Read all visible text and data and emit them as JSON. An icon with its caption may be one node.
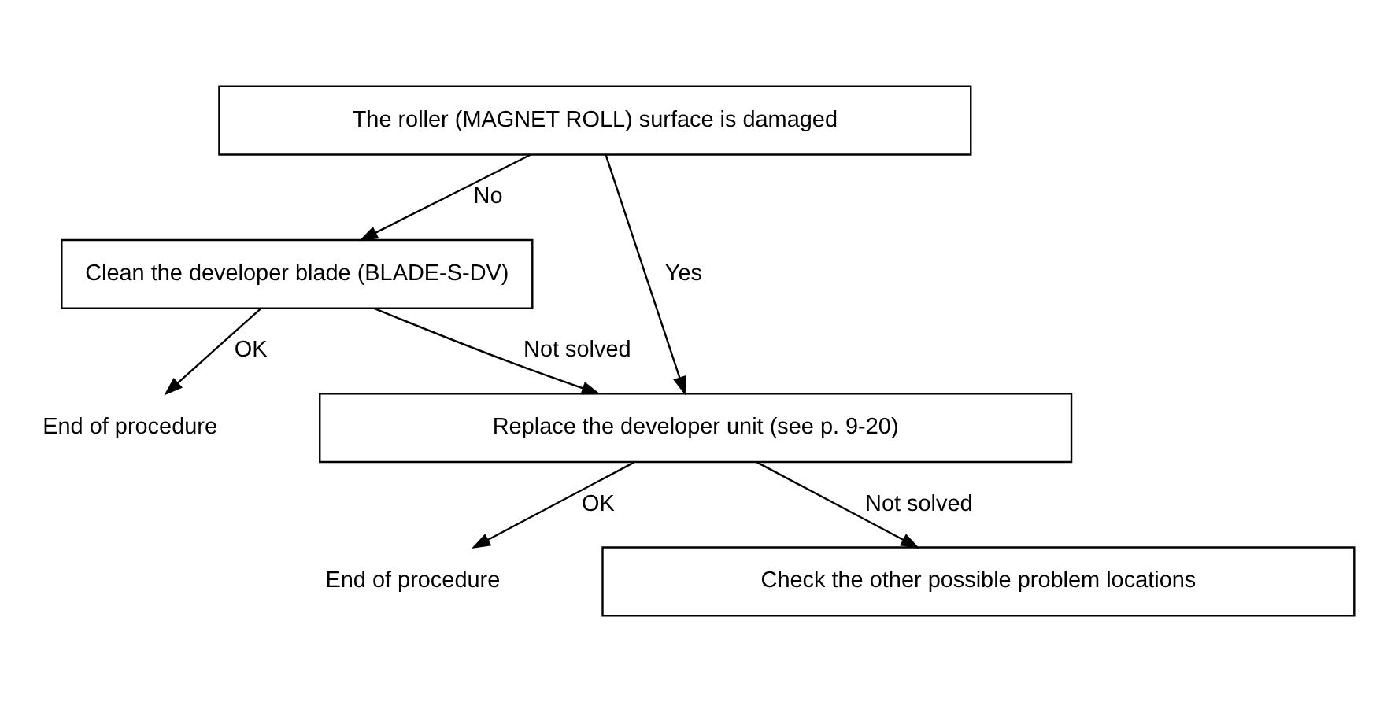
{
  "diagram": {
    "nodes": [
      {
        "text": [
          "The roller (MAGNET ROLL) surface is damaged"
        ]
      },
      {
        "text": [
          "Clean the developer blade (BLADE-S-DV)"
        ]
      },
      {
        "text": [
          "End of procedure"
        ]
      },
      {
        "text": [
          "Replace the developer unit (see p. 9-20)"
        ]
      },
      {
        "text": [
          "End of procedure"
        ]
      },
      {
        "text": [
          "Check the other possible problem locations"
        ]
      }
    ],
    "edges": [
      {
        "from": 0,
        "to": 3,
        "arrow": "to",
        "label": "Yes"
      },
      {
        "from": 0,
        "to": 1,
        "arrow": "to",
        "label": "No"
      },
      {
        "from": 1,
        "to": 2,
        "arrow": "to",
        "label": "OK"
      },
      {
        "from": 1,
        "to": 3,
        "arrow": "to",
        "label": "Not solved"
      },
      {
        "from": 3,
        "to": 4,
        "arrow": "to",
        "label": "OK"
      },
      {
        "from": 3,
        "to": 5,
        "arrow": "to",
        "label": "Not solved"
      }
    ]
  }
}
